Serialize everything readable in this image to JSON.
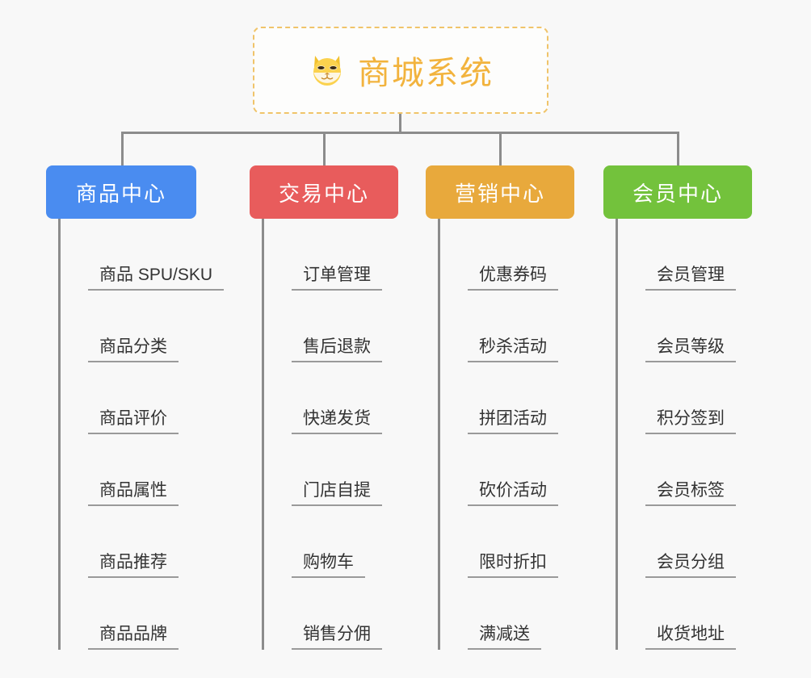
{
  "root": {
    "title": "商城系统",
    "icon": "shiba-dog-face-icon",
    "border_color": "#f0c46a",
    "text_color": "#f2b33d"
  },
  "connector_color": "#8c8c8c",
  "background_color": "#f8f8f8",
  "columns": [
    {
      "id": "product-center",
      "label": "商品中心",
      "color": "#4a8cf0",
      "items": [
        {
          "label": "商品 SPU/SKU"
        },
        {
          "label": "商品分类"
        },
        {
          "label": "商品评价"
        },
        {
          "label": "商品属性"
        },
        {
          "label": "商品推荐"
        },
        {
          "label": "商品品牌"
        }
      ]
    },
    {
      "id": "trade-center",
      "label": "交易中心",
      "color": "#e85c5c",
      "items": [
        {
          "label": "订单管理"
        },
        {
          "label": "售后退款"
        },
        {
          "label": "快递发货"
        },
        {
          "label": "门店自提"
        },
        {
          "label": "购物车"
        },
        {
          "label": "销售分佣"
        }
      ]
    },
    {
      "id": "marketing-center",
      "label": "营销中心",
      "color": "#e8a93c",
      "items": [
        {
          "label": "优惠券码"
        },
        {
          "label": "秒杀活动"
        },
        {
          "label": "拼团活动"
        },
        {
          "label": "砍价活动"
        },
        {
          "label": "限时折扣"
        },
        {
          "label": "满减送"
        }
      ]
    },
    {
      "id": "member-center",
      "label": "会员中心",
      "color": "#73c23c",
      "items": [
        {
          "label": "会员管理"
        },
        {
          "label": "会员等级"
        },
        {
          "label": "积分签到"
        },
        {
          "label": "会员标签"
        },
        {
          "label": "会员分组"
        },
        {
          "label": "收货地址"
        }
      ]
    }
  ]
}
